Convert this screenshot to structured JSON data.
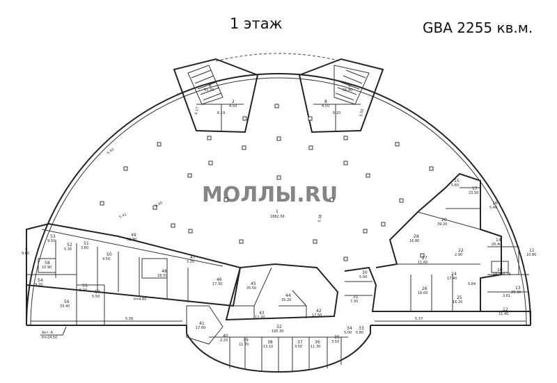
{
  "header": {
    "floor_label": "1 этаж",
    "gba_label": "GBA 2255 кв.м."
  },
  "watermark": "МОЛЛЫ.RU",
  "colors": {
    "line": "#222222",
    "watermark": "#f2c9c3"
  },
  "rooms": [
    {
      "num": "1",
      "area": "1862.56"
    },
    {
      "num": "2",
      "area": "4.50"
    },
    {
      "num": "6",
      "area": "55.70"
    },
    {
      "num": "9",
      "area": "55.80"
    },
    {
      "num": "8",
      "area": "4.50"
    },
    {
      "num": "15",
      "area": "5.60"
    },
    {
      "num": "17",
      "area": "23.50"
    },
    {
      "num": "16",
      "area": "5.40"
    },
    {
      "num": "14",
      "area": "26.40"
    },
    {
      "num": "11",
      "area": "10.80"
    },
    {
      "num": "10",
      "area": "18.80"
    },
    {
      "num": "13",
      "area": "29.30"
    },
    {
      "num": "12",
      "area": "11.40"
    },
    {
      "num": "20",
      "area": "39.20"
    },
    {
      "num": "28",
      "area": "16.80"
    },
    {
      "num": "27",
      "area": "11.60"
    },
    {
      "num": "22",
      "area": "2.90"
    },
    {
      "num": "24",
      "area": "17.40"
    },
    {
      "num": "26",
      "area": "16.00"
    },
    {
      "num": "25",
      "area": "16.20"
    },
    {
      "num": "30",
      "area": "5.00"
    },
    {
      "num": "31",
      "area": "7.30"
    },
    {
      "num": "32",
      "area": "195.30"
    },
    {
      "num": "34",
      "area": "5.00"
    },
    {
      "num": "33",
      "area": "5.80"
    },
    {
      "num": "35",
      "area": "3.50"
    },
    {
      "num": "36",
      "area": "11.30"
    },
    {
      "num": "37",
      "area": "3.50"
    },
    {
      "num": "38",
      "area": "13.10"
    },
    {
      "num": "39",
      "area": "11.70"
    },
    {
      "num": "40",
      "area": "2.20"
    },
    {
      "num": "41",
      "area": "17.60"
    },
    {
      "num": "42",
      "area": "17.50"
    },
    {
      "num": "43",
      "area": "12.20"
    },
    {
      "num": "44",
      "area": "35.20"
    },
    {
      "num": "45",
      "area": "35.50"
    },
    {
      "num": "46",
      "area": "17.30"
    },
    {
      "num": "47",
      "area": "3.30"
    },
    {
      "num": "48",
      "area": "18.50"
    },
    {
      "num": "49",
      "area": "92.80"
    },
    {
      "num": "50",
      "area": "4.50"
    },
    {
      "num": "51",
      "area": "3.80"
    },
    {
      "num": "52",
      "area": "5.30"
    },
    {
      "num": "53",
      "area": "9.50"
    },
    {
      "num": "54",
      "area": "9.20"
    },
    {
      "num": "55",
      "area": "5.20"
    },
    {
      "num": "56",
      "area": "33.40"
    },
    {
      "num": "57",
      "area": "5.50"
    },
    {
      "num": "58",
      "area": "10.90"
    },
    {
      "num": "4",
      "area": "9.60"
    }
  ],
  "dimensions": [
    "5.43",
    "5.40",
    "5.41",
    "5.39",
    "5.38",
    "5.37",
    "3.79",
    "3.61",
    "5.84",
    "6.19",
    "6.20",
    "6.17",
    "5.50"
  ],
  "notes": {
    "height": "h=4.60",
    "mark_label": "Акт. А",
    "mark_value": "Н=24.50"
  }
}
